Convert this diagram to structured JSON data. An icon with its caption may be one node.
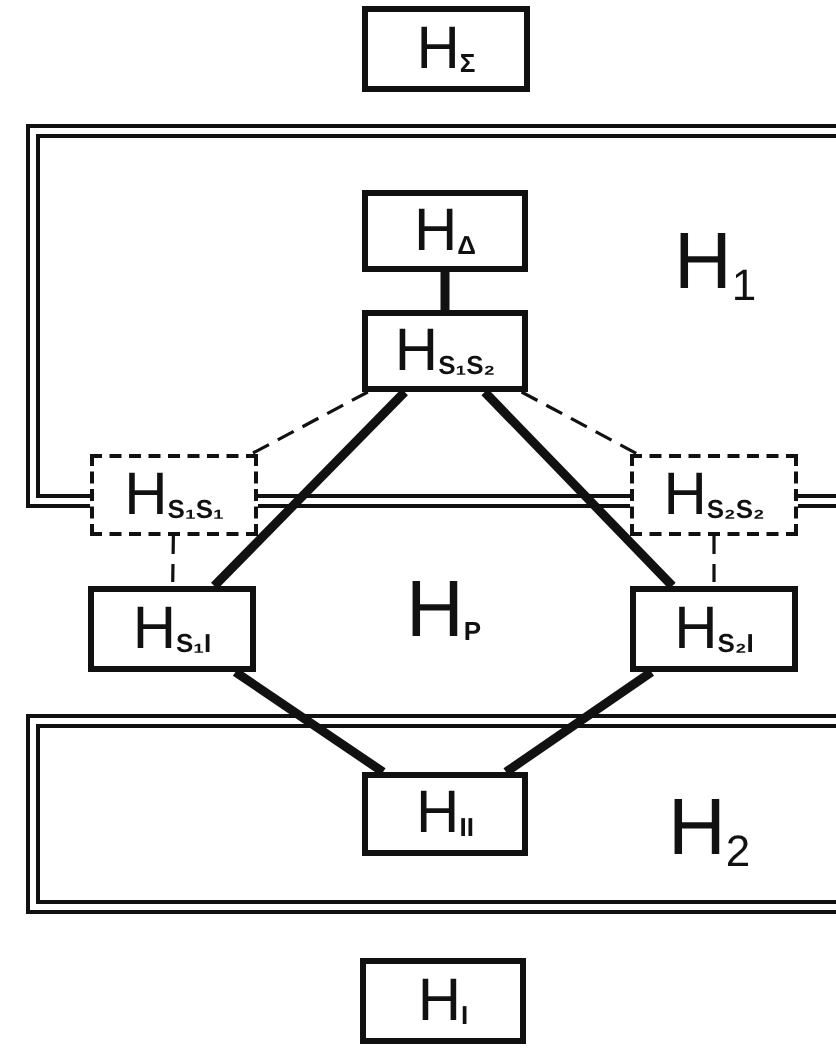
{
  "diagram": {
    "nodes": [
      {
        "text": [
          "H$_{Σ}$"
        ]
      },
      {
        "text": [
          "H$_{1}$"
        ]
      },
      {
        "text": [
          "H$_{Δ}$"
        ],
        "in": 1
      },
      {
        "text": [
          "H$_{S₁S₂}$"
        ],
        "in": 1
      },
      {
        "text": [
          "H$_{S₁S₁}$"
        ]
      },
      {
        "text": [
          "H$_{S₂S₂}$"
        ]
      },
      {
        "text": [
          "H$_{S₁I}$"
        ]
      },
      {
        "text": [
          "H$_{S₂I}$"
        ]
      },
      {
        "text": [
          "H$_{2}$"
        ]
      },
      {
        "text": [
          "H$_{II}$"
        ],
        "in": 8
      },
      {
        "text": [
          "H$_{I}$"
        ]
      }
    ],
    "edges": [
      {
        "from": 2,
        "to": 3,
        "arrow": "none"
      },
      {
        "from": 3,
        "to": 4,
        "arrow": "none",
        "style": "dashed"
      },
      {
        "from": 3,
        "to": 5,
        "arrow": "none",
        "style": "dashed"
      },
      {
        "from": 3,
        "to": 6,
        "arrow": "none"
      },
      {
        "from": 3,
        "to": 7,
        "arrow": "none"
      },
      {
        "from": 4,
        "to": 6,
        "arrow": "none",
        "style": "dashed"
      },
      {
        "from": 5,
        "to": 7,
        "arrow": "none",
        "style": "dashed"
      },
      {
        "from": 6,
        "to": 9,
        "arrow": "none"
      },
      {
        "from": 7,
        "to": 9,
        "arrow": "none"
      }
    ],
    "labels": [
      "H$_{P}$"
    ]
  }
}
